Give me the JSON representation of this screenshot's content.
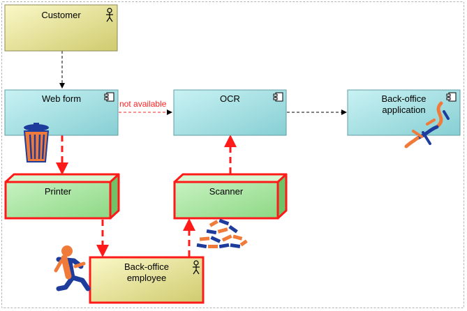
{
  "diagram": {
    "nodes": [
      {
        "id": "customer",
        "label": "Customer",
        "kind": "actor-role",
        "fill": "#e6e39a",
        "border": "#8c8a54"
      },
      {
        "id": "web_form",
        "label": "Web form",
        "kind": "application-component",
        "fill": "#a6e3e6",
        "border": "#5f9ea3"
      },
      {
        "id": "ocr",
        "label": "OCR",
        "kind": "application-component",
        "fill": "#a6e3e6",
        "border": "#5f9ea3"
      },
      {
        "id": "back_office_app",
        "label": "Back-office\napplication",
        "kind": "application-component",
        "fill": "#a6e3e6",
        "border": "#5f9ea3"
      },
      {
        "id": "printer",
        "label": "Printer",
        "kind": "device",
        "fill": "#a8e6a0",
        "border": "#ff1a1a"
      },
      {
        "id": "scanner",
        "label": "Scanner",
        "kind": "device",
        "fill": "#a8e6a0",
        "border": "#ff1a1a"
      },
      {
        "id": "back_office_employee",
        "label": "Back-office\nemployee",
        "kind": "actor-role",
        "fill": "#e6e39a",
        "border": "#ff1a1a"
      }
    ],
    "edges": [
      {
        "from": "customer",
        "to": "web_form",
        "style": "dashed",
        "color": "#000000",
        "label": ""
      },
      {
        "from": "web_form",
        "to": "ocr",
        "style": "dashed",
        "color": "#ff2020",
        "label": "not available"
      },
      {
        "from": "ocr",
        "to": "back_office_app",
        "style": "dashed",
        "color": "#000000",
        "label": ""
      },
      {
        "from": "web_form",
        "to": "printer",
        "style": "thick-dashed",
        "color": "#ff1a1a",
        "label": ""
      },
      {
        "from": "printer",
        "to": "back_office_employee",
        "style": "thick-dashed",
        "color": "#ff1a1a",
        "label": ""
      },
      {
        "from": "back_office_employee",
        "to": "scanner",
        "style": "thick-dashed",
        "color": "#ff1a1a",
        "label": ""
      },
      {
        "from": "scanner",
        "to": "ocr",
        "style": "thick-dashed",
        "color": "#ff1a1a",
        "label": ""
      }
    ],
    "decorations": [
      {
        "id": "trash",
        "icon": "trash-can-icon",
        "near": "web_form"
      },
      {
        "id": "broken",
        "icon": "broken-chain-icon",
        "near": "back_office_app"
      },
      {
        "id": "rubble",
        "icon": "rubble-pile-icon",
        "near": "scanner"
      },
      {
        "id": "runner",
        "icon": "running-person-icon",
        "near": "back_office_employee"
      }
    ],
    "colors": {
      "red": "#ff1a1a",
      "orange": "#f07a3a",
      "blue": "#1e3c9c"
    }
  }
}
